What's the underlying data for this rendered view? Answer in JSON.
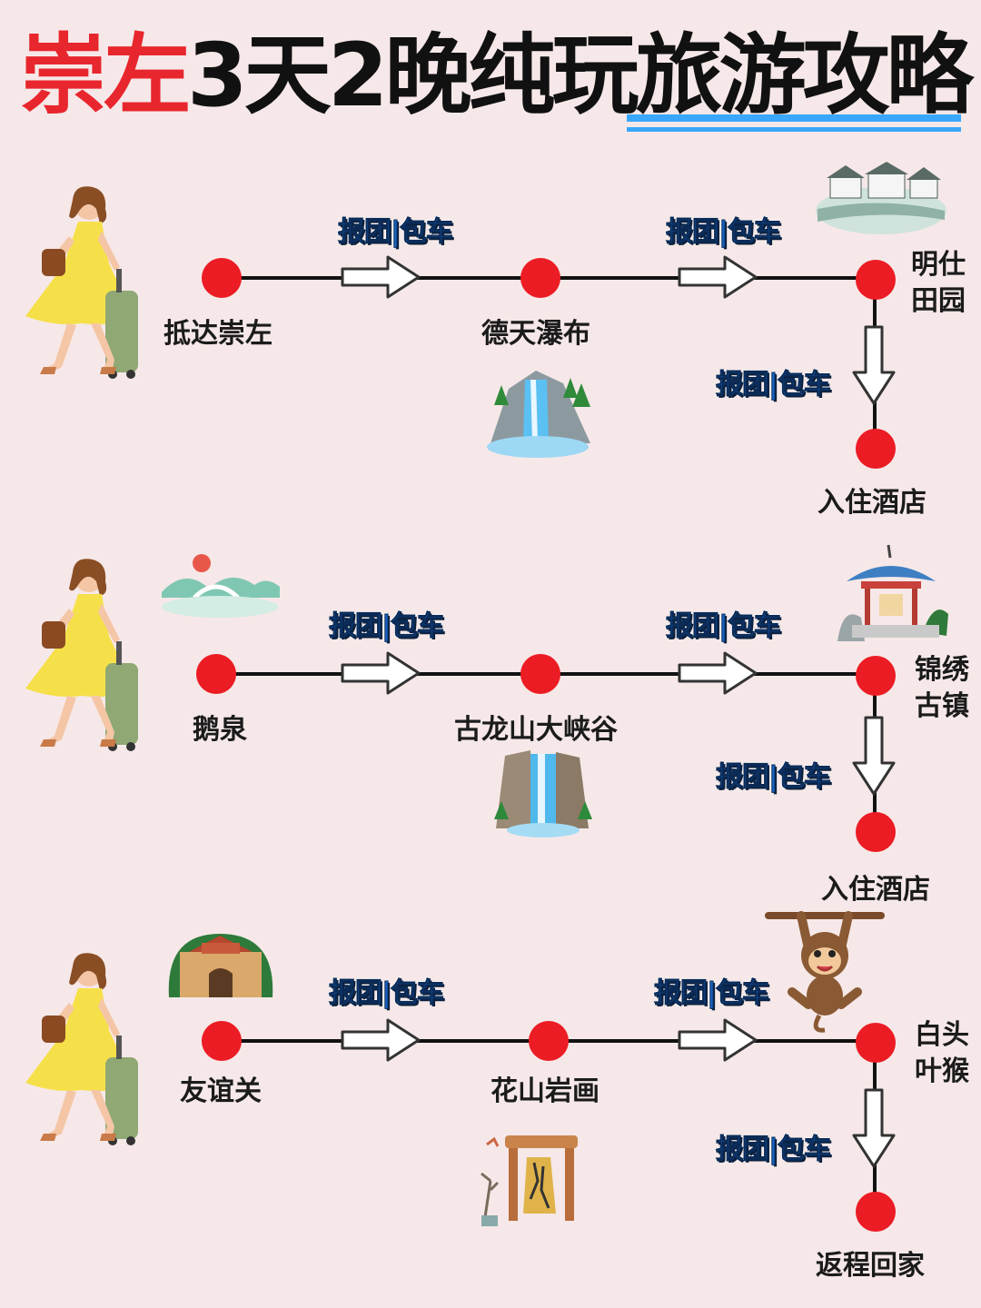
{
  "title": {
    "red_part": "崇左",
    "black_part": "3天2晚纯玩旅游攻略"
  },
  "transport_tag": "报团|包车",
  "days": [
    {
      "stops": [
        "抵达崇左",
        "德天瀑布",
        "明仕田园",
        "入住酒店"
      ],
      "icons": [
        "traveler-girl-illustration",
        "village-landscape-icon",
        "waterfall-icon"
      ]
    },
    {
      "stops": [
        "鹅泉",
        "古龙山大峡谷",
        "锦绣古镇",
        "入住酒店"
      ],
      "icons": [
        "traveler-girl-illustration",
        "bridge-landscape-icon",
        "pavilion-icon",
        "canyon-waterfall-icon"
      ]
    },
    {
      "stops": [
        "友谊关",
        "花山岩画",
        "白头叶猴",
        "返程回家"
      ],
      "icons": [
        "traveler-girl-illustration",
        "pass-gate-icon",
        "monkey-icon",
        "rock-painting-gate-icon"
      ]
    }
  ],
  "colors": {
    "accent_red": "#e8262d",
    "dot_red": "#ec1c24",
    "tag_blue": "#1763c2",
    "underline_blue": "#3aa7ff",
    "background": "#f6e8e8"
  }
}
